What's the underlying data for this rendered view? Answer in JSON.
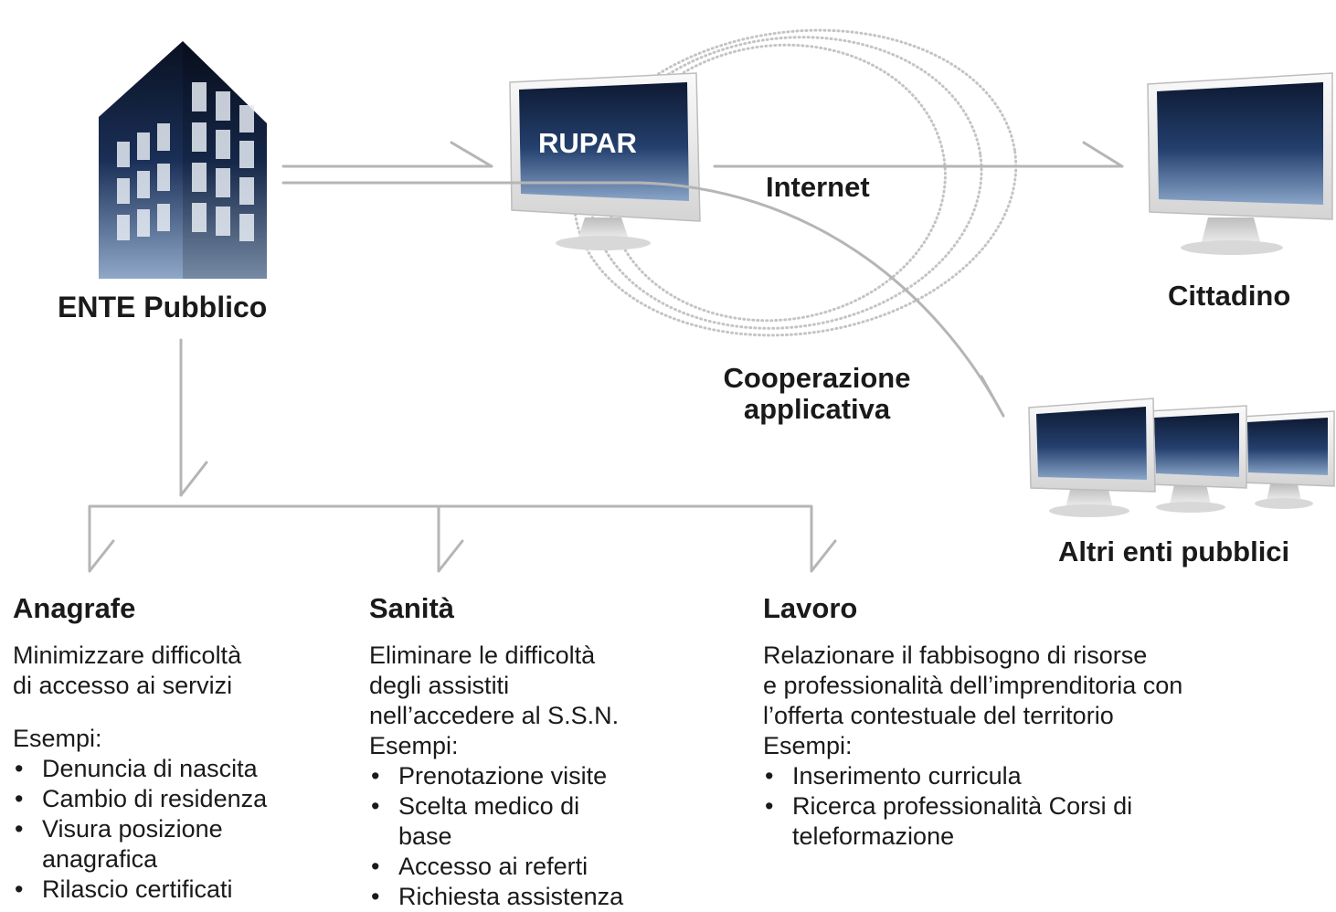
{
  "nodes": {
    "ente": "ENTE Pubblico",
    "rupar": "RUPAR",
    "internet": "Internet",
    "cittadino": "Cittadino",
    "cooperazione": [
      "Cooperazione",
      "applicativa"
    ],
    "altri": "Altri enti pubblici"
  },
  "colors": {
    "screen_dark": "#0e1a33",
    "screen_light": "#5e7fa8",
    "arrow": "#b5b5b5",
    "text": "#1a1a1a"
  },
  "sections": [
    {
      "title": "Anagrafe",
      "description": "Minimizzare difficoltà\ndi accesso ai servizi",
      "examples_label": "Esempi:",
      "examples": [
        "Denuncia di nascita",
        "Cambio di residenza",
        "Visura posizione anagrafica",
        "Rilascio certificati"
      ]
    },
    {
      "title": "Sanità",
      "description": "Eliminare le difficoltà\ndegli assistiti\nnell’accedere al S.S.N.",
      "examples_label": "Esempi:",
      "examples": [
        "Prenotazione visite",
        "Scelta medico di base",
        "Accesso ai referti",
        "Richiesta assistenza"
      ]
    },
    {
      "title": "Lavoro",
      "description": "Relazionare il fabbisogno di risorse\ne professionalità dell’imprenditoria con\nl’offerta contestuale del territorio",
      "examples_label": "Esempi:",
      "examples": [
        "Inserimento curricula",
        "Ricerca professionalità Corsi di teleformazione"
      ]
    }
  ]
}
